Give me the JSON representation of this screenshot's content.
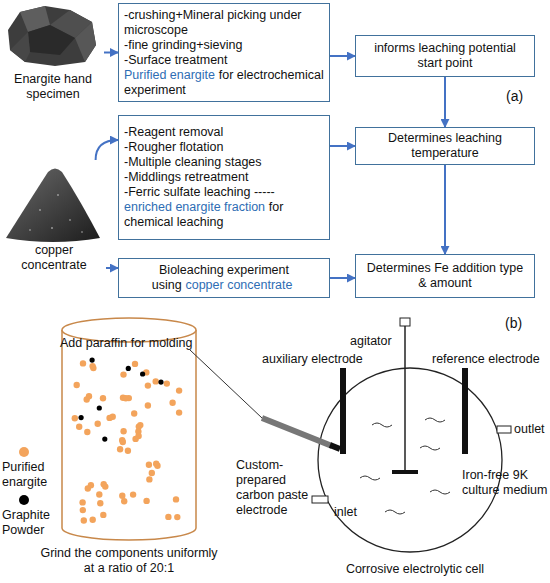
{
  "diagram": {
    "nodes": [
      {
        "text": [
          "Enargite hand specimen"
        ]
      },
      {
        "text": [
          "-crushing+Mineral picking under microscope",
          "-fine grinding+sieving",
          "-Surface treatment",
          "Purified enargite",
          "for electrochemical experiment"
        ]
      },
      {
        "text": [
          "informs leaching potential start point"
        ]
      },
      {
        "text": [
          "-Reagent removal",
          "-Rougher flotation",
          "-Multiple cleaning stages",
          "-Middlings retreatment",
          "-Ferric sulfate leaching -----",
          "enriched enargite fraction",
          "for chemical leaching"
        ]
      },
      {
        "text": [
          "Determines leaching temperature"
        ]
      },
      {
        "text": [
          "copper concentrate"
        ]
      },
      {
        "text": [
          "Bioleaching experiment using",
          "copper concentrate"
        ]
      },
      {
        "text": [
          "Determines Fe addition type & amount"
        ]
      }
    ],
    "edges": [
      {
        "from": 0,
        "to": 1,
        "arrow": "to"
      },
      {
        "from": 1,
        "to": 2,
        "arrow": "to"
      },
      {
        "from": 2,
        "to": 4,
        "arrow": "to"
      },
      {
        "from": 5,
        "to": 3,
        "arrow": "to"
      },
      {
        "from": 3,
        "to": 4,
        "arrow": "to"
      },
      {
        "from": 5,
        "to": 6,
        "arrow": "to"
      },
      {
        "from": 4,
        "to": 7,
        "arrow": "to"
      },
      {
        "from": 6,
        "to": 7,
        "arrow": "to"
      }
    ],
    "labels": [
      "(a)",
      "(b)",
      "Add paraffin for molding",
      "Grind the components uniformly at a ratio of 20:1",
      "Custom-prepared carbon paste electrode",
      "agitator",
      "auxiliary electrode",
      "reference electrode",
      "outlet",
      "Iron-free 9K culture medium",
      "inlet",
      "Corrosive electrolytic cell"
    ],
    "legend": [
      {
        "text": "Purified enargite",
        "color": "#f3a45c"
      },
      {
        "text": "Graphite Powder",
        "color": "#000000"
      }
    ]
  }
}
